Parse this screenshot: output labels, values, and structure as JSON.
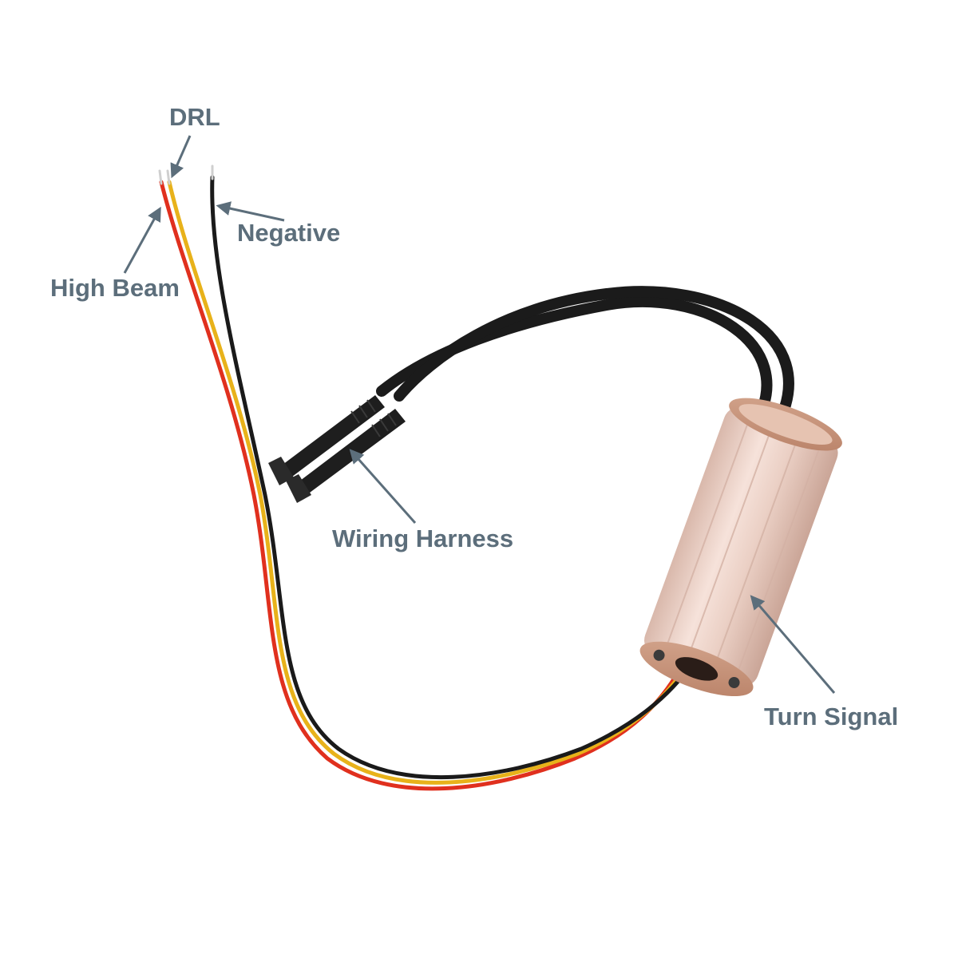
{
  "labels": {
    "drl": "DRL",
    "negative": "Negative",
    "high_beam": "High Beam",
    "wiring_harness": "Wiring Harness",
    "turn_signal": "Turn Signal"
  },
  "colors": {
    "label_text": "#5c6e7b",
    "arrow": "#5c6e7b",
    "wire_red": "#e0301e",
    "wire_yellow": "#e8b21a",
    "wire_black": "#1a1a1a",
    "housing": "#eac9bd"
  }
}
